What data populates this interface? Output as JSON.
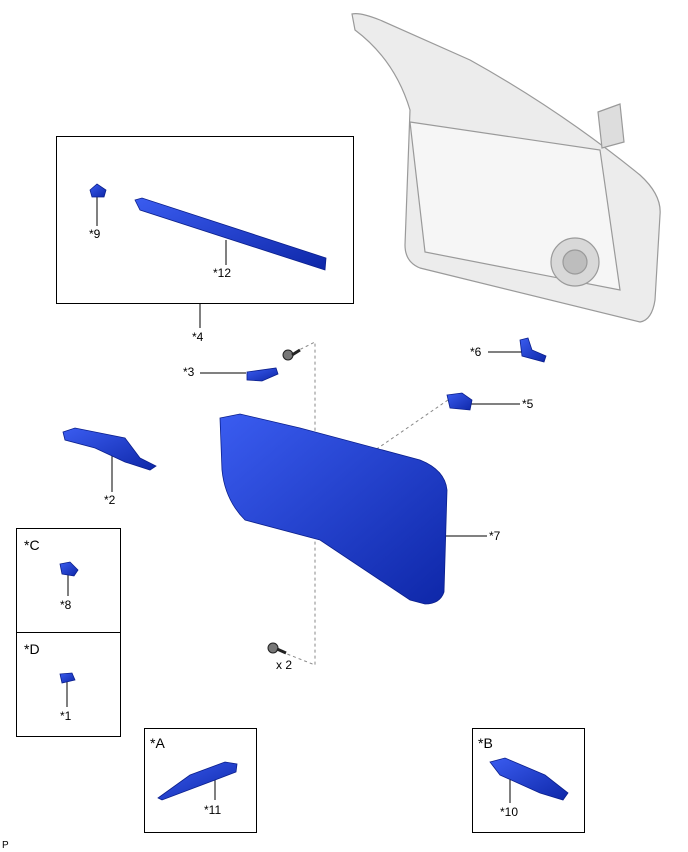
{
  "colors": {
    "part": "#1f3fd6",
    "part_dark": "#0b1f8c",
    "door": "#e6e6e6"
  },
  "labels": {
    "p9": "*9",
    "p12": "*12",
    "p4": "*4",
    "p3": "*3",
    "p6": "*6",
    "p5": "*5",
    "p2": "*2",
    "p7": "*7",
    "p8": "*8",
    "p1": "*1",
    "p11": "*11",
    "p10": "*10",
    "x2": "x 2"
  },
  "boxes": {
    "A": "*A",
    "B": "*B",
    "C": "*C",
    "D": "*D"
  },
  "footer": "P"
}
